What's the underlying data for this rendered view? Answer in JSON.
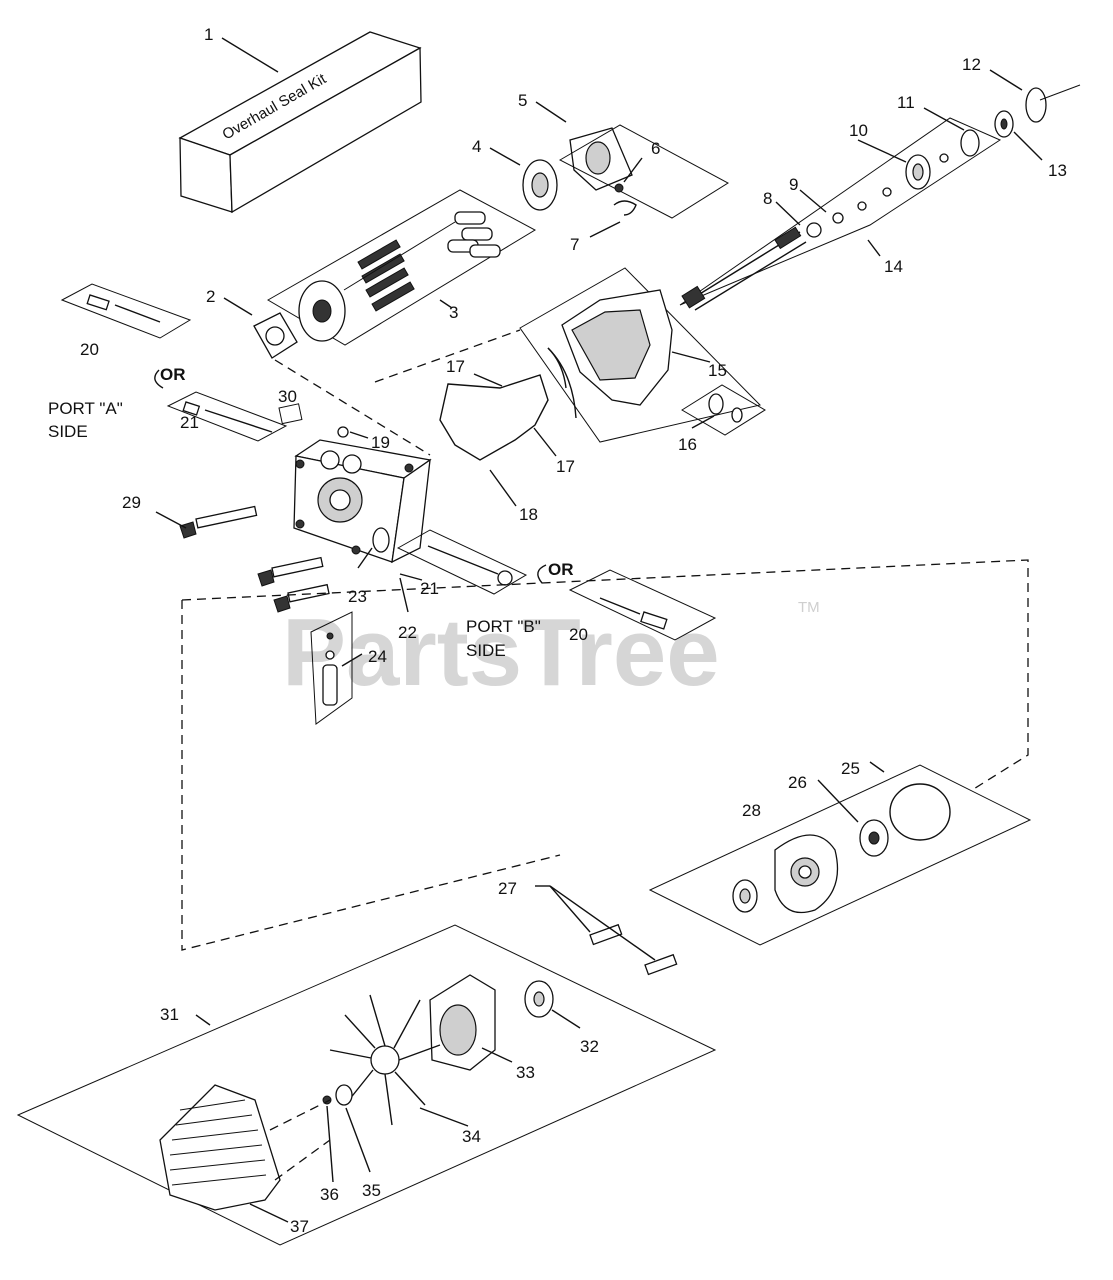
{
  "diagram": {
    "kit_text": "Overhaul Seal Kit",
    "watermark": "PartsTree",
    "trademark": "TM",
    "or_label": "OR",
    "port_a": {
      "line1": "PORT \"A\"",
      "line2": "SIDE"
    },
    "port_b": {
      "line1": "PORT \"B\"",
      "line2": "SIDE"
    },
    "callouts": [
      "1",
      "2",
      "3",
      "4",
      "5",
      "6",
      "7",
      "8",
      "9",
      "10",
      "11",
      "12",
      "13",
      "14",
      "15",
      "16",
      "17",
      "18",
      "19",
      "20",
      "21",
      "22",
      "23",
      "24",
      "25",
      "26",
      "27",
      "28",
      "29",
      "30",
      "31",
      "32",
      "33",
      "34",
      "35",
      "36",
      "37"
    ]
  }
}
